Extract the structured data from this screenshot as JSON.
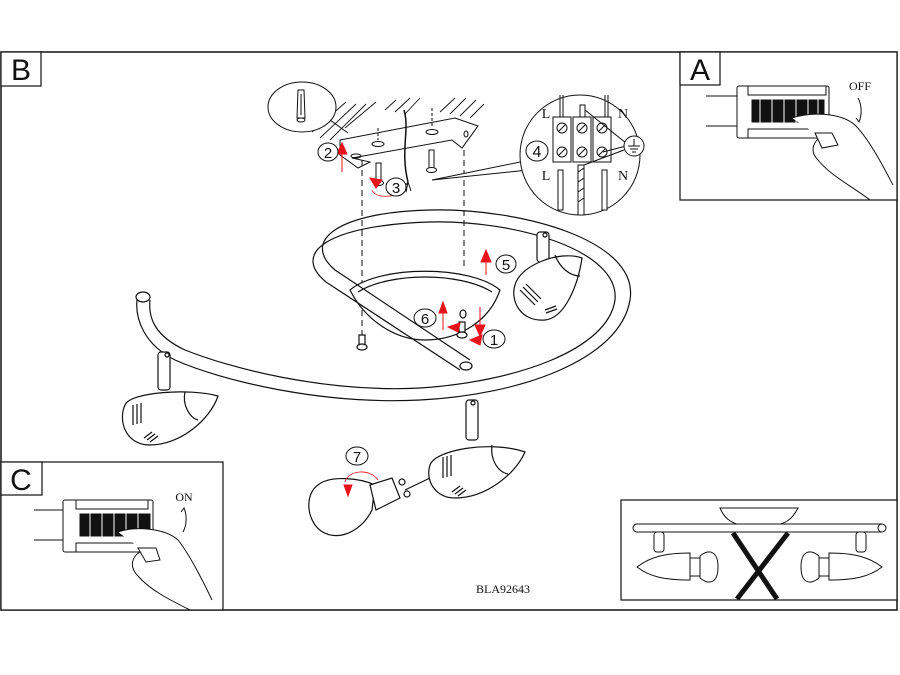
{
  "document": {
    "model_code": "BLA92643"
  },
  "panels": {
    "B": {
      "letter": "B",
      "title": "Main assembly"
    },
    "A": {
      "letter": "A",
      "switch_label": "OFF"
    },
    "C": {
      "letter": "C",
      "switch_label": "ON"
    },
    "warning": {
      "meaning": "lamps must not point toward each other / ceiling"
    }
  },
  "steps": [
    {
      "number": "1"
    },
    {
      "number": "2"
    },
    {
      "number": "3"
    },
    {
      "number": "4"
    },
    {
      "number": "5"
    },
    {
      "number": "6"
    },
    {
      "number": "7"
    }
  ],
  "terminal_block": {
    "top_left": "L",
    "top_right": "N",
    "bottom_left": "L",
    "bottom_right": "N",
    "earth_symbol": "⏚"
  },
  "colors": {
    "line": "#111111",
    "arrow_red": "#e8141c",
    "background": "#ffffff"
  }
}
